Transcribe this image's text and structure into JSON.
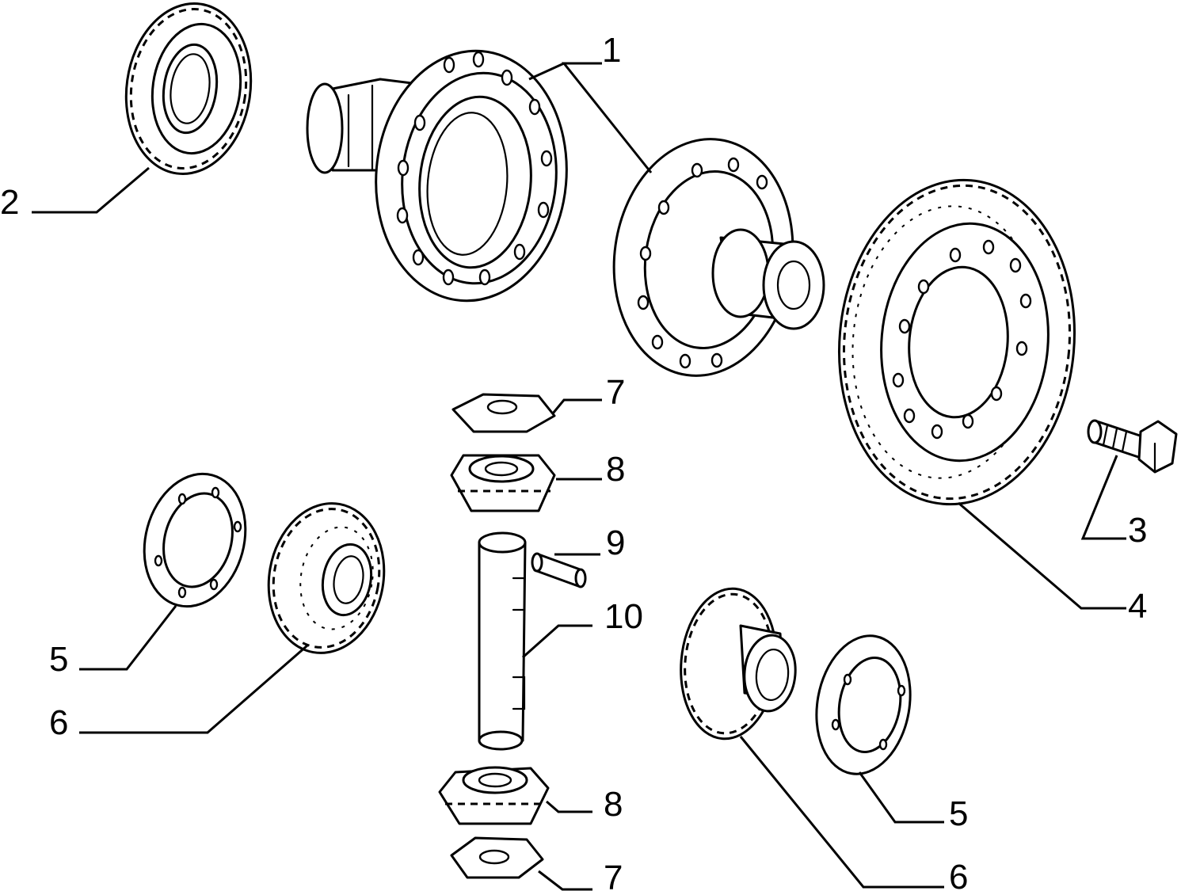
{
  "diagram": {
    "callouts": [
      {
        "id": "c1",
        "text": "1",
        "part": "differential-housing"
      },
      {
        "id": "c2",
        "text": "2",
        "part": "bearing-left"
      },
      {
        "id": "c3",
        "text": "3",
        "part": "bolt"
      },
      {
        "id": "c4",
        "text": "4",
        "part": "crown-wheel"
      },
      {
        "id": "c5a",
        "text": "5",
        "part": "thrust-washer-left"
      },
      {
        "id": "c5b",
        "text": "5",
        "part": "thrust-washer-right"
      },
      {
        "id": "c6a",
        "text": "6",
        "part": "side-gear-left"
      },
      {
        "id": "c6b",
        "text": "6",
        "part": "side-gear-right"
      },
      {
        "id": "c7a",
        "text": "7",
        "part": "pinion-washer-top"
      },
      {
        "id": "c7b",
        "text": "7",
        "part": "pinion-washer-bottom"
      },
      {
        "id": "c8a",
        "text": "8",
        "part": "planet-pinion-top"
      },
      {
        "id": "c8b",
        "text": "8",
        "part": "planet-pinion-bottom"
      },
      {
        "id": "c9",
        "text": "9",
        "part": "roll-pin"
      },
      {
        "id": "c10",
        "text": "10",
        "part": "pinion-shaft"
      }
    ]
  }
}
